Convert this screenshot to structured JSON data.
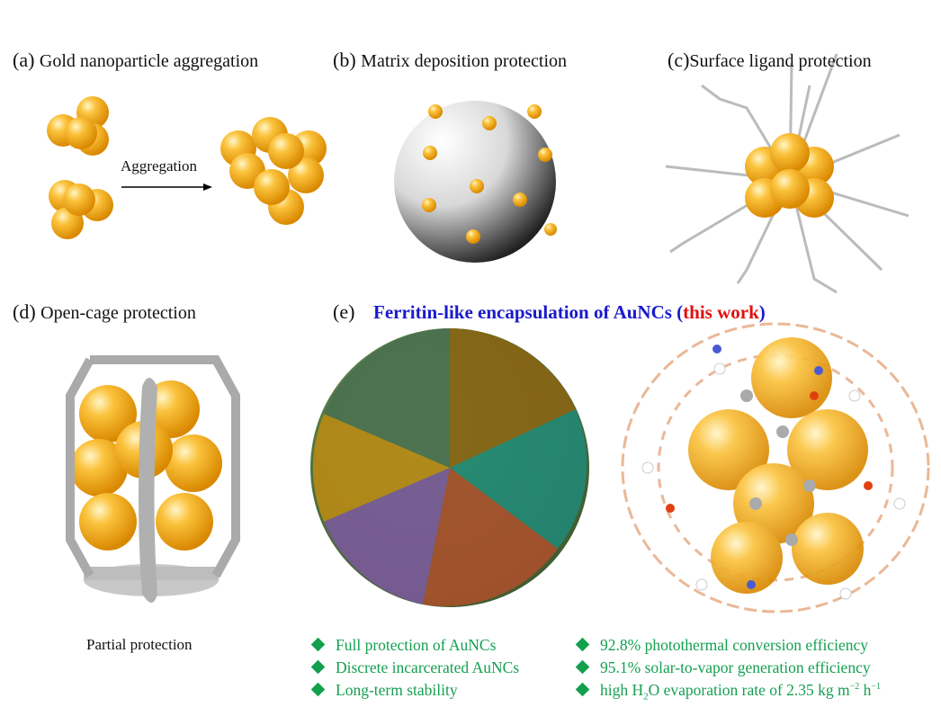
{
  "panels": {
    "a": {
      "label": "(a)",
      "title": "Gold nanoparticle aggregation",
      "arrow_label": "Aggregation"
    },
    "b": {
      "label": "(b)",
      "title": "Matrix deposition protection"
    },
    "c": {
      "label": "(c)",
      "title": "Surface ligand protection"
    },
    "d": {
      "label": "(d)",
      "title": "Open-cage protection",
      "caption": "Partial protection"
    },
    "e": {
      "label": "(e)",
      "title_main": "Ferritin-like encapsulation of AuNCs (",
      "title_highlight": "this work",
      "title_end": ")"
    }
  },
  "bullets_left": [
    "Full protection of AuNCs",
    "Discrete incarcerated AuNCs",
    "Long-term stability"
  ],
  "bullets_right": [
    "92.8% photothermal conversion efficiency",
    "95.1% solar-to-vapor generation efficiency"
  ],
  "bullet_last": {
    "pre": "high H",
    "sub": "2",
    "mid": "O evaporation rate of 2.35 kg m",
    "sup1": "−2",
    "mid2": " h",
    "sup2": "−1"
  },
  "colors": {
    "gold": "#f7b12a",
    "title_blue": "#1a1acc",
    "title_red": "#e01010",
    "bullet_green": "#12a04c"
  }
}
